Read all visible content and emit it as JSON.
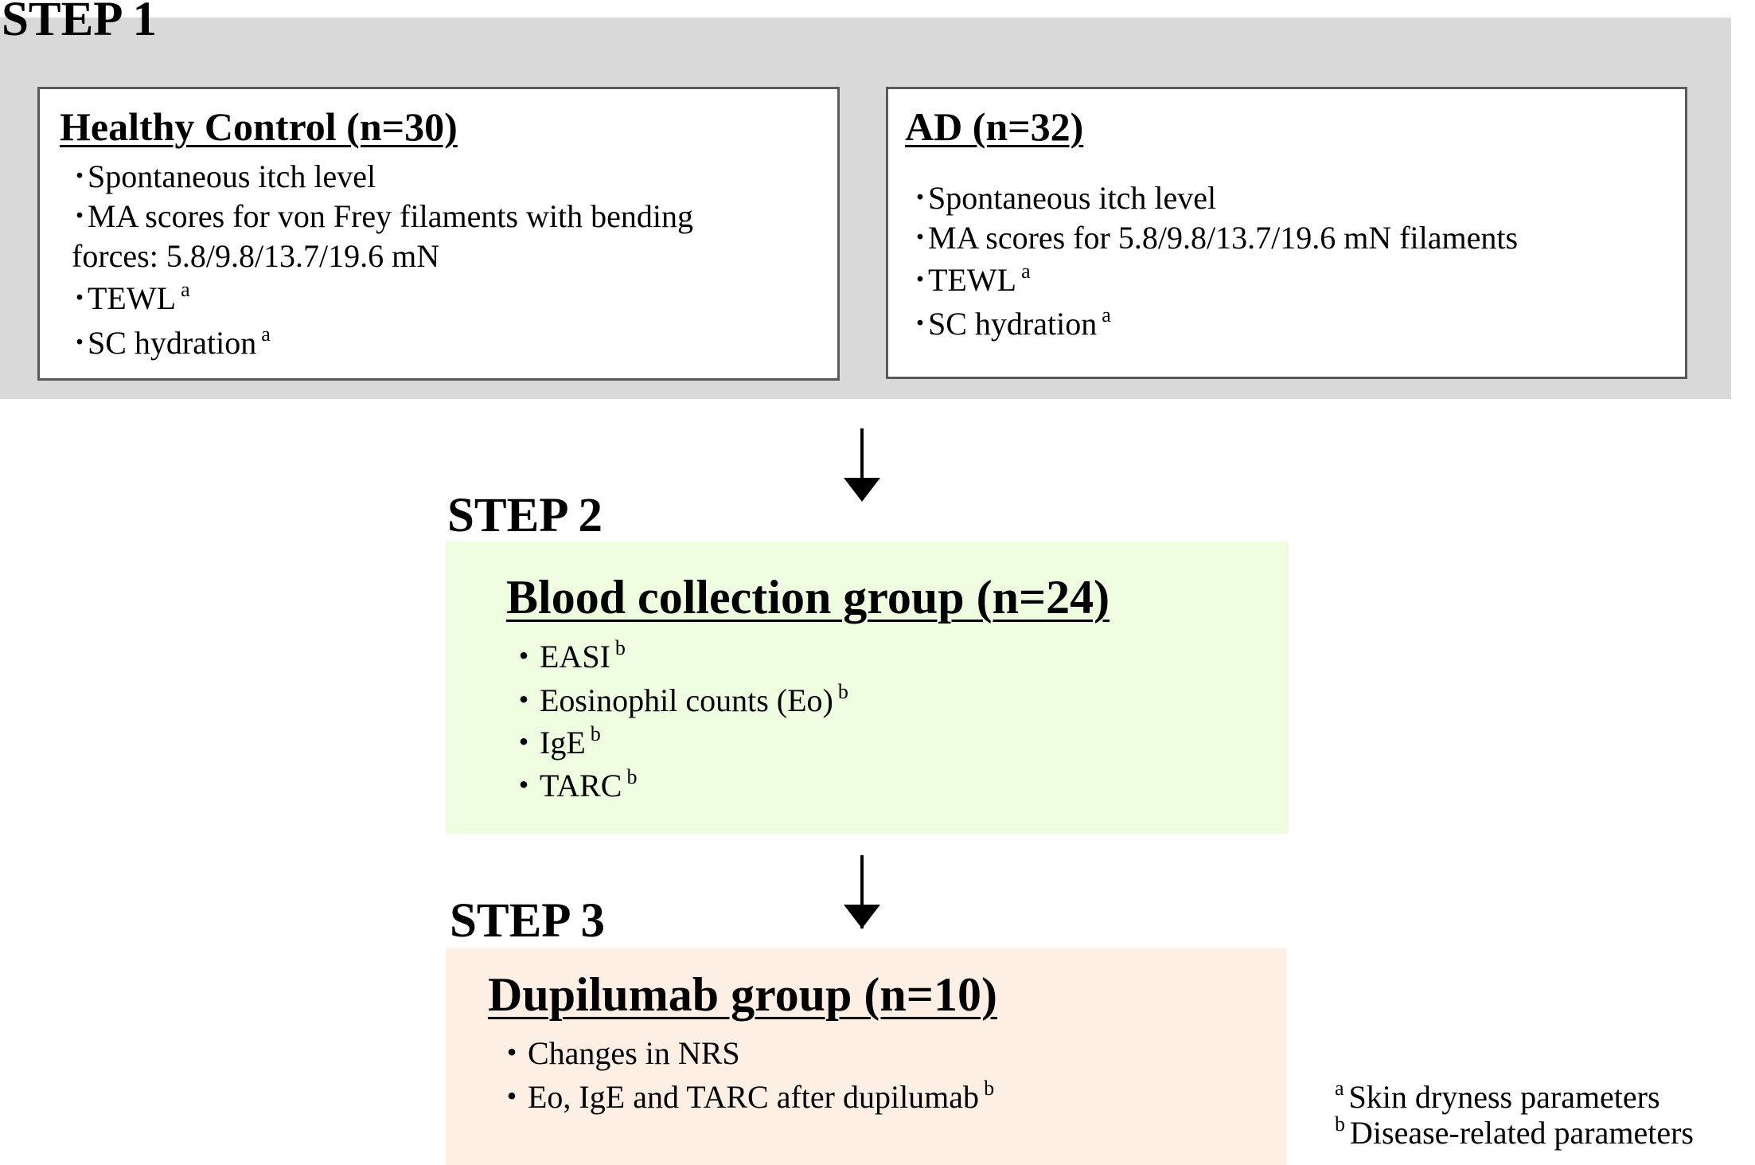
{
  "step1": {
    "title": "STEP 1",
    "healthy_control": {
      "heading": "Healthy Control (n=30)",
      "items": [
        {
          "bullet": "･",
          "text": "Spontaneous itch level",
          "sup": ""
        },
        {
          "bullet": "･",
          "text": "MA scores for von Frey filaments with bending",
          "sup": ""
        },
        {
          "bullet": "",
          "text": "forces: 5.8/9.8/13.7/19.6 mN",
          "sup": ""
        },
        {
          "bullet": "･",
          "text": "TEWL",
          "sup": "a"
        },
        {
          "bullet": "･",
          "text": "SC hydration",
          "sup": "a"
        }
      ]
    },
    "ad": {
      "heading": "AD (n=32)",
      "items": [
        {
          "bullet": "･",
          "text": "Spontaneous itch level",
          "sup": ""
        },
        {
          "bullet": "･",
          "text": "MA scores for 5.8/9.8/13.7/19.6 mN filaments",
          "sup": ""
        },
        {
          "bullet": "･",
          "text": "TEWL",
          "sup": "a"
        },
        {
          "bullet": "･",
          "text": "SC hydration",
          "sup": "a"
        }
      ]
    }
  },
  "step2": {
    "title": "STEP 2",
    "heading": "Blood collection group (n=24)",
    "items": [
      {
        "bullet": "・",
        "text": "EASI",
        "sup": "b"
      },
      {
        "bullet": "・",
        "text": "Eosinophil counts (Eo)",
        "sup": "b"
      },
      {
        "bullet": "・",
        "text": "IgE",
        "sup": "b"
      },
      {
        "bullet": "・",
        "text": "TARC",
        "sup": "b"
      }
    ]
  },
  "step3": {
    "title": "STEP 3",
    "heading": "Dupilumab group (n=10)",
    "items": [
      {
        "bullet": "・",
        "text": "Changes in NRS",
        "sup": ""
      },
      {
        "bullet": "・",
        "text": "Eo, IgE and TARC after dupilumab",
        "sup": "b"
      }
    ]
  },
  "legend": [
    {
      "mark": "a",
      "text": "Skin dryness parameters"
    },
    {
      "mark": "b",
      "text": "Disease-related parameters"
    }
  ],
  "colors": {
    "step1_band": "#d9d9d9",
    "step2_box": "#eefcdf",
    "step3_box": "#fdefe3",
    "box_border": "#595959"
  }
}
